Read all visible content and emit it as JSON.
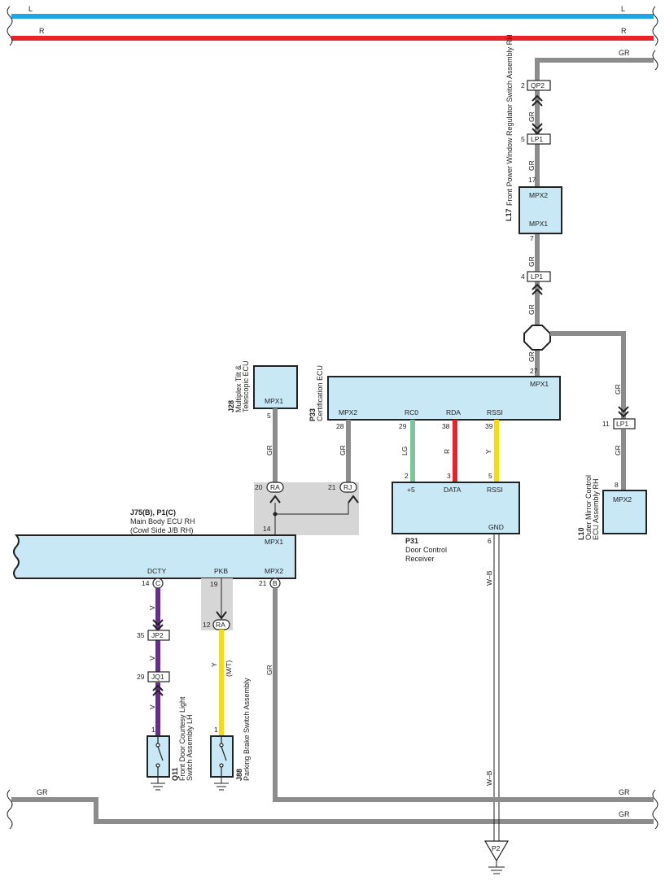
{
  "colors": {
    "gray_wire": "#8c8c8c",
    "blue_wire": "#1fa6e2",
    "red_wire": "#e8242a",
    "green_wire": "#7cc79a",
    "yellow_wire": "#f8de00",
    "purple_wire": "#6b2c8f",
    "ecu_fill": "#c8e8f6",
    "junction_fill": "#d6d6d6"
  },
  "bus": {
    "L_left": "L",
    "L_right": "L",
    "R_left": "R",
    "R_right": "R",
    "GR_top_right": "GR",
    "GR_bottom_left": "GR",
    "GR_bottom_right1": "GR",
    "GR_bottom_right2": "GR"
  },
  "l17": {
    "id": "L17",
    "name": "Front Power Window Regulator Switch Assembly RH",
    "top_port": "MPX2",
    "bottom_port": "MPX1",
    "pin_qp2": "2",
    "conn_qp2": "QP2",
    "pin_lp1_top": "5",
    "conn_lp1_top": "LP1",
    "pin_17": "17",
    "pin_7": "7",
    "pin_lp1_bot": "4",
    "conn_lp1_bot": "LP1",
    "wire1": "GR",
    "wire2": "GR",
    "wire3": "GR",
    "wire4": "GR",
    "wire5": "GR"
  },
  "p33": {
    "id": "P33",
    "name": "Certification ECU",
    "ports": {
      "mpx1": "MPX1",
      "mpx2": "MPX2",
      "rc0": "RC0",
      "rda": "RDA",
      "rssi": "RSSI"
    },
    "pins": {
      "p27": "27",
      "p28": "28",
      "p29": "29",
      "p38": "38",
      "p39": "39"
    },
    "wire_mpx2": "GR",
    "wire_lg": "LG",
    "wire_r": "R",
    "wire_y": "Y"
  },
  "j28": {
    "id": "J28",
    "name_line1": "Multiplex Tilt &",
    "name_line2": "Telescopic ECU",
    "port": "MPX1",
    "pin": "5",
    "wire": "GR"
  },
  "l10": {
    "id": "L10",
    "name_line1": "Outer Mirror Control",
    "name_line2": "ECU Assembly RH",
    "port": "MPX2",
    "pin": "8",
    "conn_pin": "11",
    "conn": "LP1",
    "wire1": "GR",
    "wire2": "GR"
  },
  "p31": {
    "id": "P31",
    "name_line1": "Door Control",
    "name_line2": "Receiver",
    "ports": {
      "p5v": "+5",
      "data": "DATA",
      "rssi": "RSSI",
      "gnd": "GND"
    },
    "pins": {
      "p2": "2",
      "p3": "3",
      "p5": "5",
      "p6": "6"
    },
    "wire_gnd1": "W–B",
    "wire_gnd2": "W–B",
    "ground_label": "P2"
  },
  "main_ecu": {
    "id": "J75(B), P1(C)",
    "name_line1": "Main Body ECU RH",
    "name_line2": "(Cowl Side J/B RH)",
    "ports": {
      "mpx1": "MPX1",
      "dcty": "DCTY",
      "pkb": "PKB",
      "mpx2": "MPX2"
    },
    "pins": {
      "p14_top": "14",
      "p14_bot": "14",
      "p19": "19",
      "p21": "21",
      "p12": "12",
      "p20": "20",
      "p21j": "21"
    },
    "conns": {
      "c": "C",
      "b": "B",
      "ra_bot": "RA",
      "ra_top": "RA",
      "rj": "RJ"
    },
    "wire_mpx2": "GR",
    "wire_mit": "(M/T)"
  },
  "q11": {
    "id": "Q11",
    "name_line1": "Front Door Courtesy Light",
    "name_line2": "Switch Assembly LH",
    "pin": "1",
    "conn1_pin": "35",
    "conn1": "JP2",
    "conn2_pin": "29",
    "conn2": "JQ1",
    "wire1": "V",
    "wire2": "V",
    "wire3": "V"
  },
  "j88": {
    "id": "J88",
    "name": "Parking Brake Switch Assembly",
    "pin": "1",
    "wire": "Y"
  }
}
